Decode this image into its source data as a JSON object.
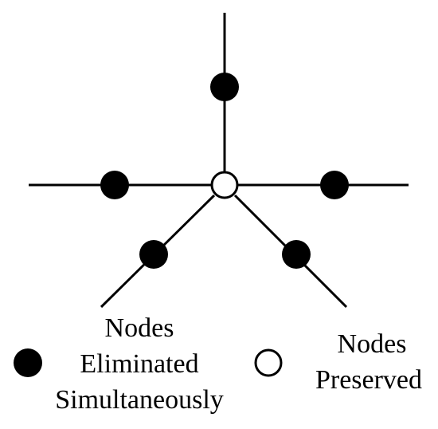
{
  "legend": {
    "eliminated": {
      "line1": "Nodes",
      "line2": "Eliminated",
      "line3": "Simultaneously"
    },
    "preserved": {
      "line1": "Nodes",
      "line2": "Preserved"
    }
  },
  "colors": {
    "eliminated_fill": "#000000",
    "preserved_fill": "#ffffff",
    "line": "#000000"
  }
}
